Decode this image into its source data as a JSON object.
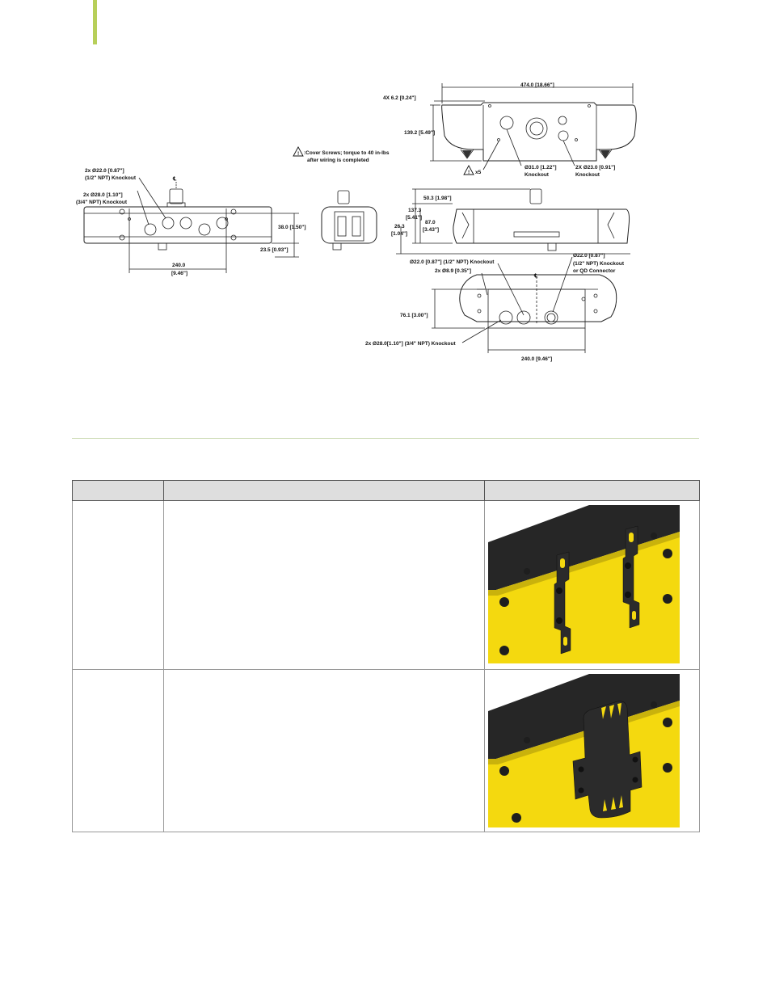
{
  "drawing": {
    "top_view": {
      "overall_width": "474.0 [18.66\"]",
      "hole_callout": "4X 6.2 [0.24\"]",
      "height": "139.2 [5.49\"]",
      "knockout_31": "Ø31.0 [1.22\"]",
      "knockout_31_sub": "Knockout",
      "knockout_23": "2X Ø23.0 [0.91\"]",
      "knockout_23_sub": "Knockout",
      "x5": "x5"
    },
    "warning_note_line1": ":Cover Screws; torque to 40 in-lbs",
    "warning_note_line2": "after wiring is completed",
    "left_view": {
      "knockout_22_line1": "2x Ø22.0 [0.87\"]",
      "knockout_22_line2": "(1/2\" NPT) Knockout",
      "knockout_28_line1": "2x Ø28.0 [1.10\"]",
      "knockout_28_line2": "(3/4\" NPT) Knockout",
      "dim_38": "38.0 [1.50\"]",
      "dim_23": "23.5 [0.93\"]",
      "dim_240_a": "240.0",
      "dim_240_b": "[9.46\"]",
      "centerline": "℄"
    },
    "side_view": {
      "dim_50": "50.3 [1.98\"]",
      "dim_137_a": "137.3",
      "dim_137_b": "[5.41\"]",
      "dim_26_a": "26.3",
      "dim_26_b": "[1.04\"]",
      "dim_87_a": "87.0",
      "dim_87_b": "[3.43\"]"
    },
    "bottom_view": {
      "knockout_22": "Ø22.0 [0.87\"] (1/2\" NPT) Knockout",
      "hole_89": "2x Ø8.9 [0.35\"]",
      "qd_line1": "Ø22.0 [0.87\"]",
      "qd_line2": "(1/2\" NPT) Knockout",
      "qd_line3": "or QD Connector",
      "dim_76": "76.1 [3.00\"]",
      "knockout_28": "2x Ø28.0[1.10\"] (3/4\" NPT) Knockout",
      "dim_240": "240.0 [9.46\"]",
      "centerline": "℄"
    }
  },
  "table": {
    "headers": [
      "",
      "",
      ""
    ],
    "rows": [
      {
        "model": "",
        "description": "",
        "image_alt": ""
      },
      {
        "model": "",
        "description": "",
        "image_alt": ""
      }
    ]
  },
  "colors": {
    "accent": "#b7cf5a",
    "housing_yellow": "#f4d90f",
    "housing_black": "#262626",
    "divider": "#cfdcb8",
    "header_bg": "#dedede"
  }
}
